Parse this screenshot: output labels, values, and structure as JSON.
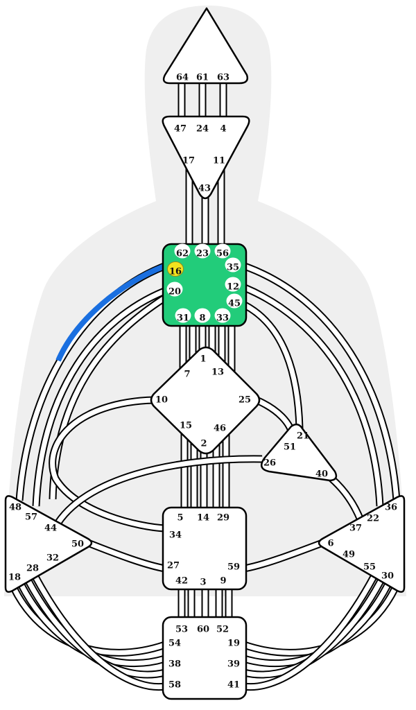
{
  "colors": {
    "silhouette": "#efefef",
    "stroke": "#000000",
    "center_fill": "#ffffff",
    "defined_center_fill": "#22cc7a",
    "active_channel": "#1a6fe0",
    "highlight_gate": "#f2e21e",
    "gate_bubble": "#ffffff"
  },
  "centers": {
    "head": {
      "gates": [
        "64",
        "61",
        "63"
      ]
    },
    "ajna": {
      "gates": [
        "47",
        "24",
        "4",
        "17",
        "11",
        "43"
      ]
    },
    "throat": {
      "defined": true,
      "gates": [
        "62",
        "23",
        "56",
        "16",
        "35",
        "20",
        "12",
        "45",
        "31",
        "8",
        "33"
      ],
      "highlighted_gate": "16"
    },
    "g_center": {
      "gates": [
        "1",
        "7",
        "13",
        "10",
        "25",
        "15",
        "46",
        "2"
      ]
    },
    "ego": {
      "gates": [
        "21",
        "51",
        "26",
        "40"
      ]
    },
    "sacral": {
      "gates": [
        "5",
        "14",
        "29",
        "34",
        "27",
        "59",
        "42",
        "3",
        "9"
      ]
    },
    "spleen": {
      "gates": [
        "48",
        "57",
        "44",
        "50",
        "32",
        "28",
        "18"
      ]
    },
    "solar_plexus": {
      "gates": [
        "36",
        "22",
        "37",
        "6",
        "49",
        "55",
        "30"
      ]
    },
    "root": {
      "gates": [
        "53",
        "60",
        "52",
        "54",
        "19",
        "38",
        "39",
        "58",
        "41"
      ]
    }
  },
  "active_channel": {
    "from_gate": "16",
    "to_gate": "48"
  }
}
